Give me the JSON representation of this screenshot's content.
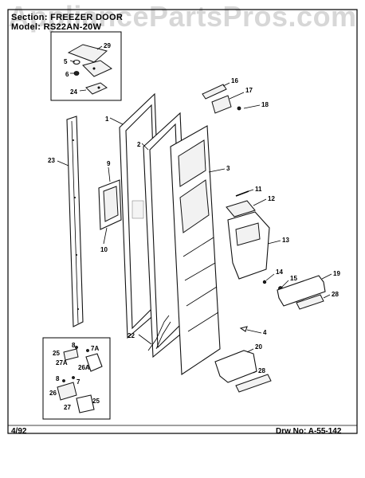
{
  "watermark": "AppliancePartsPros.com",
  "header": {
    "section": "Section: FREEZER DOOR",
    "model": "Model: RS22AN-20W"
  },
  "footer": {
    "date": "4/92",
    "drawing": "Drw No: A-55-142"
  },
  "callouts": {
    "c1": "1",
    "c2": "2",
    "c3": "3",
    "c4": "4",
    "c5": "5",
    "c6": "6",
    "c9": "9",
    "c10": "10",
    "c11": "11",
    "c12": "12",
    "c13": "13",
    "c14": "14",
    "c15": "15",
    "c16": "16",
    "c17": "17",
    "c18": "18",
    "c19": "19",
    "c20": "20",
    "c22": "22",
    "c23": "23",
    "c24": "24",
    "c28a": "28",
    "c28b": "28",
    "c29": "29",
    "i8": "8",
    "i7a": "7A",
    "i25a": "25",
    "i27a": "27A",
    "i26a": "26A",
    "i8b": "8",
    "i7": "7",
    "i26": "26",
    "i25b": "25",
    "i27": "27"
  }
}
